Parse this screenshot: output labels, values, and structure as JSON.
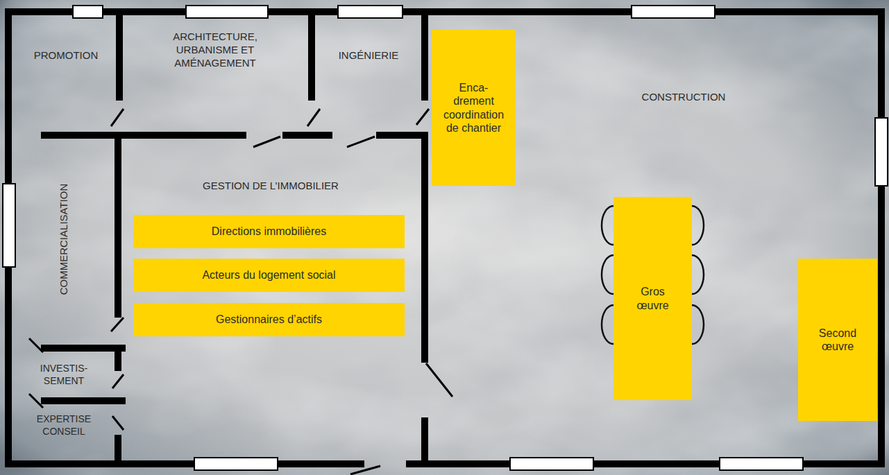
{
  "diagram": {
    "nodes": [
      {
        "text": [
          "PROMOTION"
        ]
      },
      {
        "text": [
          "ARCHITECTURE, URBANISME ET AMÉNAGEMENT"
        ]
      },
      {
        "text": [
          "INGÉNIERIE"
        ]
      },
      {
        "text": [
          "CONSTRUCTION"
        ]
      },
      {
        "text": [
          "Enca- drement coordination de chantier"
        ],
        "in": 3
      },
      {
        "text": [
          "COMMERCIALISATION"
        ]
      },
      {
        "text": [
          "GESTION DE L’IMMOBILIER"
        ]
      },
      {
        "text": [
          "Directions immobilières"
        ],
        "in": 6
      },
      {
        "text": [
          "Acteurs du logement social"
        ],
        "in": 6
      },
      {
        "text": [
          "Gestionnaires d’actifs"
        ],
        "in": 6
      },
      {
        "text": [
          "Gros œuvre"
        ],
        "in": 3
      },
      {
        "text": [
          "Second œuvre"
        ],
        "in": 3
      },
      {
        "text": [
          "INVESTIS- SEMENT"
        ]
      },
      {
        "text": [
          "EXPERTISE CONSEIL"
        ]
      }
    ]
  }
}
